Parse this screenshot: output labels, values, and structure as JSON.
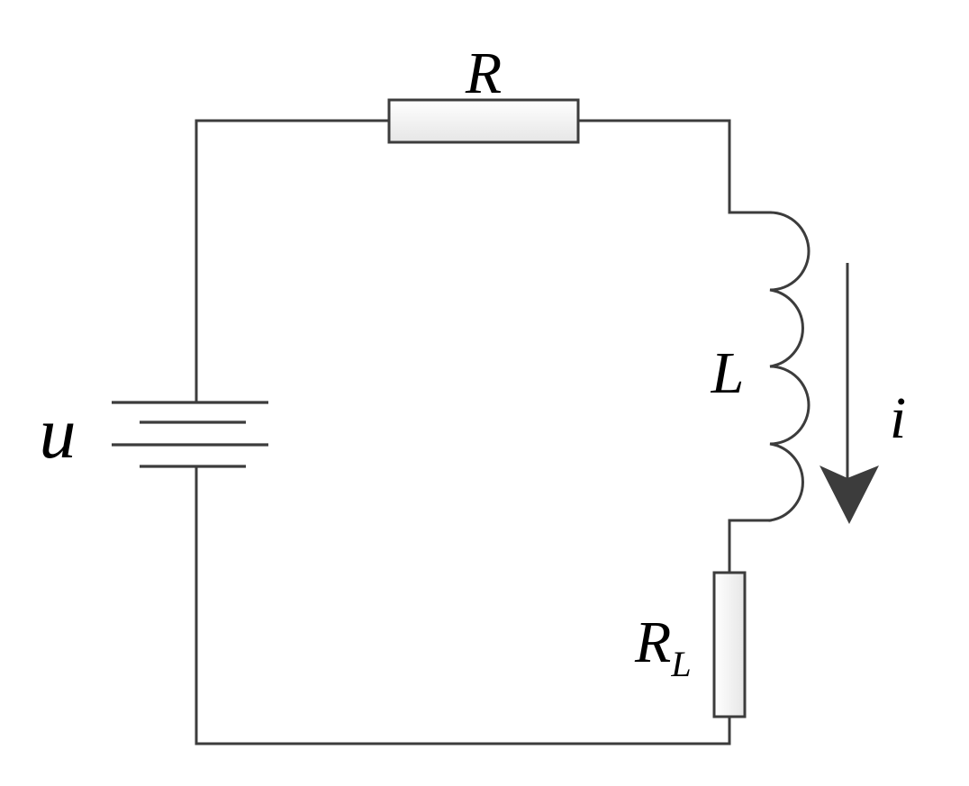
{
  "labels": {
    "resistor": "R",
    "inductor": "L",
    "source": "u",
    "current": "i",
    "load_main": "R",
    "load_sub": "L"
  },
  "colors": {
    "wire": "#3c3c3c",
    "component_fill_light": "#ffffff",
    "component_fill_dark": "#e6e6e6",
    "arrow": "#3c3c3c",
    "text": "#000000"
  }
}
